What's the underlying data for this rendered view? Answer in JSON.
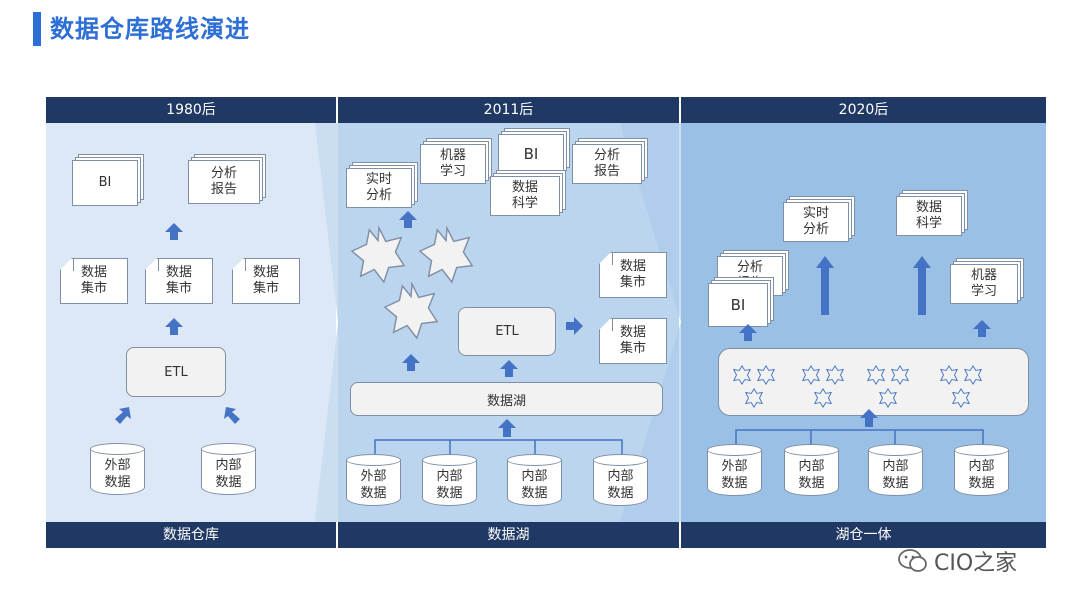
{
  "title": "数据仓库路线演进",
  "eras": [
    {
      "header": "1980后",
      "footer": "数据仓库"
    },
    {
      "header": "2011后",
      "footer": "数据湖"
    },
    {
      "header": "2020后",
      "footer": "湖仓一体"
    }
  ],
  "p1": {
    "bi": "BI",
    "report": "分析\n报告",
    "mart1": "数据\n集市",
    "mart2": "数据\n集市",
    "mart3": "数据\n集市",
    "etl": "ETL",
    "ext": "外部\n数据",
    "int": "内部\n数据"
  },
  "p2": {
    "realtime": "实时\n分析",
    "ml": "机器\n学习",
    "bi": "BI",
    "report": "分析\n报告",
    "ds": "数据\n科学",
    "etl": "ETL",
    "mart1": "数据\n集市",
    "mart2": "数据\n集市",
    "lake": "数据湖",
    "src": [
      "外部\n数据",
      "内部\n数据",
      "内部\n数据",
      "内部\n数据"
    ]
  },
  "p3": {
    "realtime": "实时\n分析",
    "ds": "数据\n科学",
    "report": "分析\n报告",
    "bi": "BI",
    "ml": "机器\n学习",
    "src": [
      "外部\n数据",
      "内部\n数据",
      "内部\n数据",
      "内部\n数据"
    ]
  },
  "watermark": "CIO之家",
  "colors": {
    "accent": "#2e6fd6",
    "header": "#1f3864",
    "arrow": "#4472c4"
  }
}
